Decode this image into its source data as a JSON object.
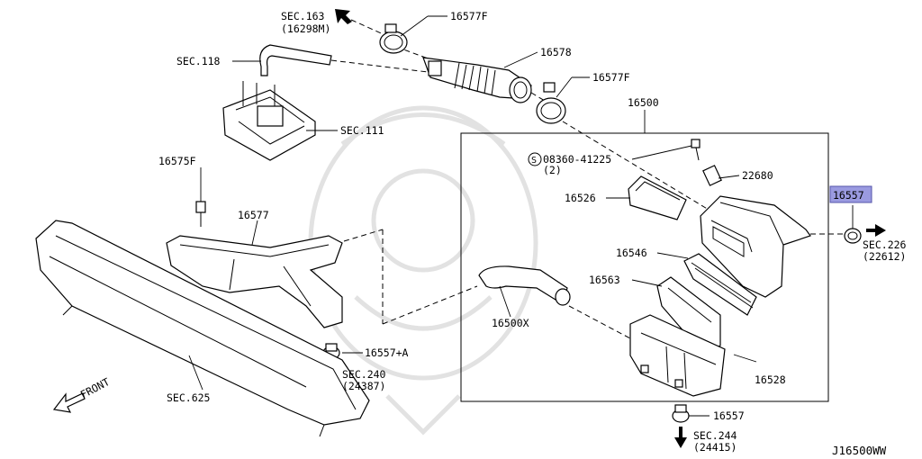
{
  "diagram_id": "J16500WW",
  "highlight_color": "#9a9ae0",
  "labels": {
    "sec163": "SEC.163",
    "sec163_sub": "(16298M)",
    "p16577f_top": "16577F",
    "p16578": "16578",
    "p16577f_mid": "16577F",
    "sec118": "SEC.118",
    "sec111": "SEC.111",
    "p16500": "16500",
    "bolt_code": "08360-41225",
    "bolt_qty": "(2)",
    "bolt_symbol": "S",
    "p22680": "22680",
    "p16526": "16526",
    "p16546": "16546",
    "p16563": "16563",
    "p16500x": "16500X",
    "p16528": "16528",
    "p16557_highlight": "16557",
    "sec226": "SEC.226",
    "sec226_sub": "(22612)",
    "p16575f": "16575F",
    "p16577": "16577",
    "p16557a": "16557+A",
    "sec240": "SEC.240",
    "sec240_sub": "(24387)",
    "front": "FRONT",
    "sec625": "SEC.625",
    "p16557_bottom": "16557",
    "sec244": "SEC.244",
    "sec244_sub": "(24415)"
  }
}
